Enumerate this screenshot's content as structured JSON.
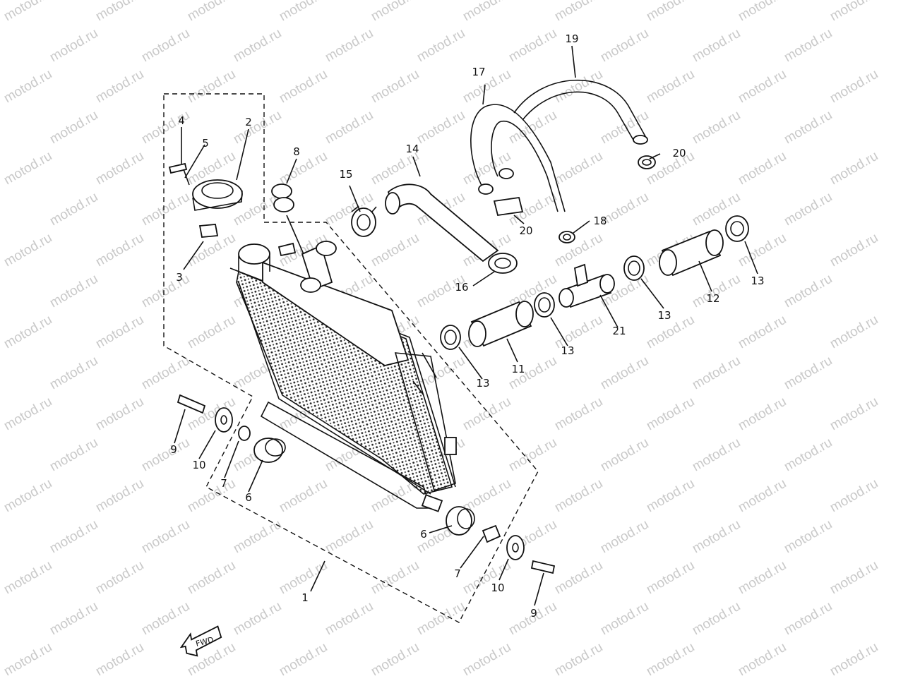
{
  "watermark": {
    "text": "motod.ru"
  },
  "fwd_label": "FWD",
  "callouts": [
    {
      "id": "c1",
      "label": "1"
    },
    {
      "id": "c2",
      "label": "2"
    },
    {
      "id": "c3",
      "label": "3"
    },
    {
      "id": "c4",
      "label": "4"
    },
    {
      "id": "c5",
      "label": "5"
    },
    {
      "id": "c6a",
      "label": "6"
    },
    {
      "id": "c6b",
      "label": "6"
    },
    {
      "id": "c7a",
      "label": "7"
    },
    {
      "id": "c7b",
      "label": "7"
    },
    {
      "id": "c8",
      "label": "8"
    },
    {
      "id": "c9a",
      "label": "9"
    },
    {
      "id": "c9b",
      "label": "9"
    },
    {
      "id": "c10a",
      "label": "10"
    },
    {
      "id": "c10b",
      "label": "10"
    },
    {
      "id": "c11",
      "label": "11"
    },
    {
      "id": "c12",
      "label": "12"
    },
    {
      "id": "c13a",
      "label": "13"
    },
    {
      "id": "c13b",
      "label": "13"
    },
    {
      "id": "c13c",
      "label": "13"
    },
    {
      "id": "c13d",
      "label": "13"
    },
    {
      "id": "c14",
      "label": "14"
    },
    {
      "id": "c15",
      "label": "15"
    },
    {
      "id": "c16",
      "label": "16"
    },
    {
      "id": "c17",
      "label": "17"
    },
    {
      "id": "c18",
      "label": "18"
    },
    {
      "id": "c19",
      "label": "19"
    },
    {
      "id": "c20a",
      "label": "20"
    },
    {
      "id": "c20b",
      "label": "20"
    },
    {
      "id": "c21",
      "label": "21"
    }
  ]
}
